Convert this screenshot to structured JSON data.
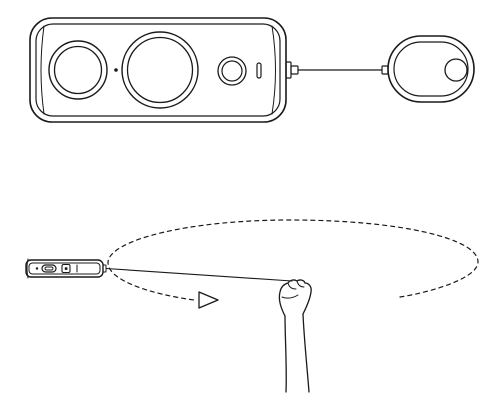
{
  "figure": {
    "kind": "product-line-illustration",
    "stroke_color": "#1a1a1a",
    "background_color": "#ffffff",
    "top_panel": {
      "subject": "camera-with-tethered-safety-cord",
      "device": "camera",
      "lenses": 2,
      "shutter_button": true,
      "status_led": true,
      "cord": "tether",
      "attachment": "cord-handle"
    },
    "bottom_panel": {
      "subject": "swing-camera-on-cord-in-a-circle",
      "device": "camera",
      "cord": "tether",
      "hand": "raised-fist",
      "motion_path": "dashed-ellipse",
      "motion_arrow": true
    }
  }
}
